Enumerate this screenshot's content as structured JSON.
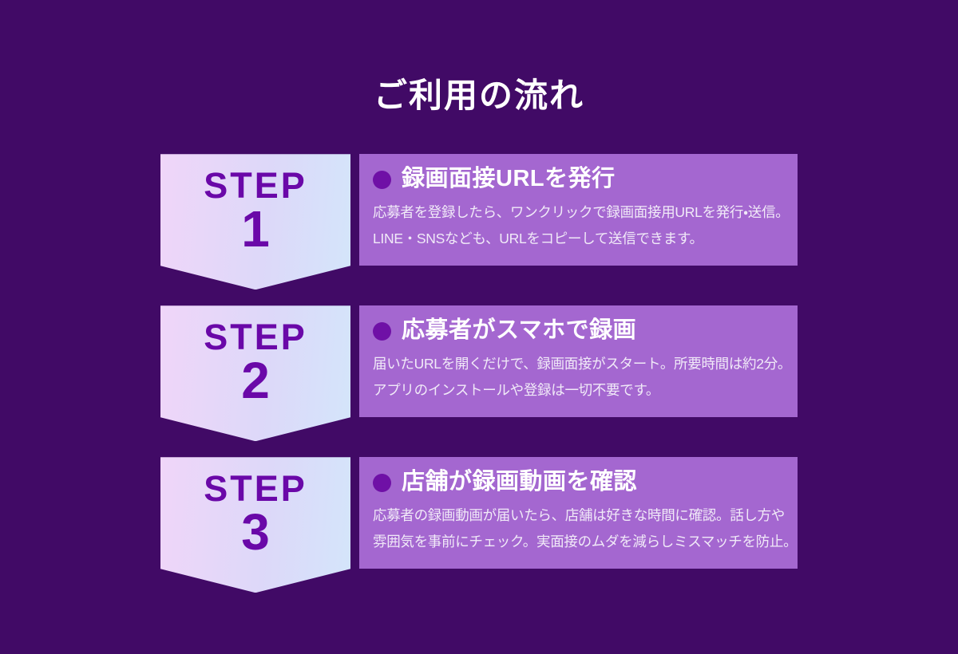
{
  "page": {
    "title": "ご利用の流れ"
  },
  "colors": {
    "page_background": "#410a66",
    "badge_gradient_start": "#f0d6f9",
    "badge_gradient_end": "#d4e5fa",
    "step_text": "#6a08a8",
    "box_background": "#a467d0",
    "bullet": "#6f10a6",
    "heading_text": "#ffffff",
    "description_text": "#f1eaf8"
  },
  "icons": {
    "bullet": "filled-circle"
  },
  "steps": [
    {
      "label": "STEP",
      "number": "1",
      "heading": "録画面接URLを発行",
      "description_lines": [
        "応募者を登録したら、ワンクリックで録画面接用URLを発行・送信。",
        "LINE・SNSなども、URLをコピーして送信できます。"
      ]
    },
    {
      "label": "STEP",
      "number": "2",
      "heading": "応募者がスマホで録画",
      "description_lines": [
        "届いたURLを開くだけで、録画面接がスタート。所要時間は約2分。",
        "アプリのインストールや登録は一切不要です。"
      ]
    },
    {
      "label": "STEP",
      "number": "3",
      "heading": "店舗が録画動画を確認",
      "description_lines": [
        "応募者の録画動画が届いたら、店舗は好きな時間に確認。話し方や",
        "雰囲気を事前にチェック。実面接のムダを減らしミスマッチを防止。"
      ]
    }
  ]
}
